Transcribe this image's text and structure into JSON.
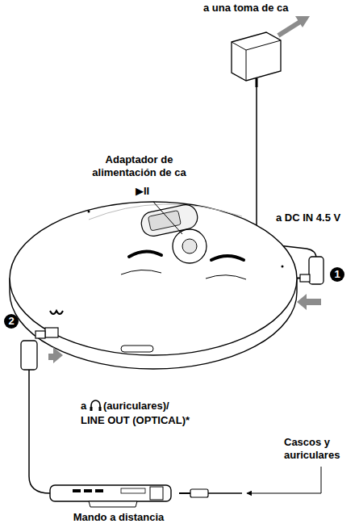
{
  "diagram": {
    "labels": [
      "a una toma de ca",
      "Adaptador de alimentación de ca",
      "▶II",
      "a DC IN 4.5 V",
      "1",
      "2",
      "a",
      "(auriculares)/",
      "LINE OUT (OPTICAL)*",
      "Cascos y auriculares",
      "Mando a distancia"
    ]
  }
}
